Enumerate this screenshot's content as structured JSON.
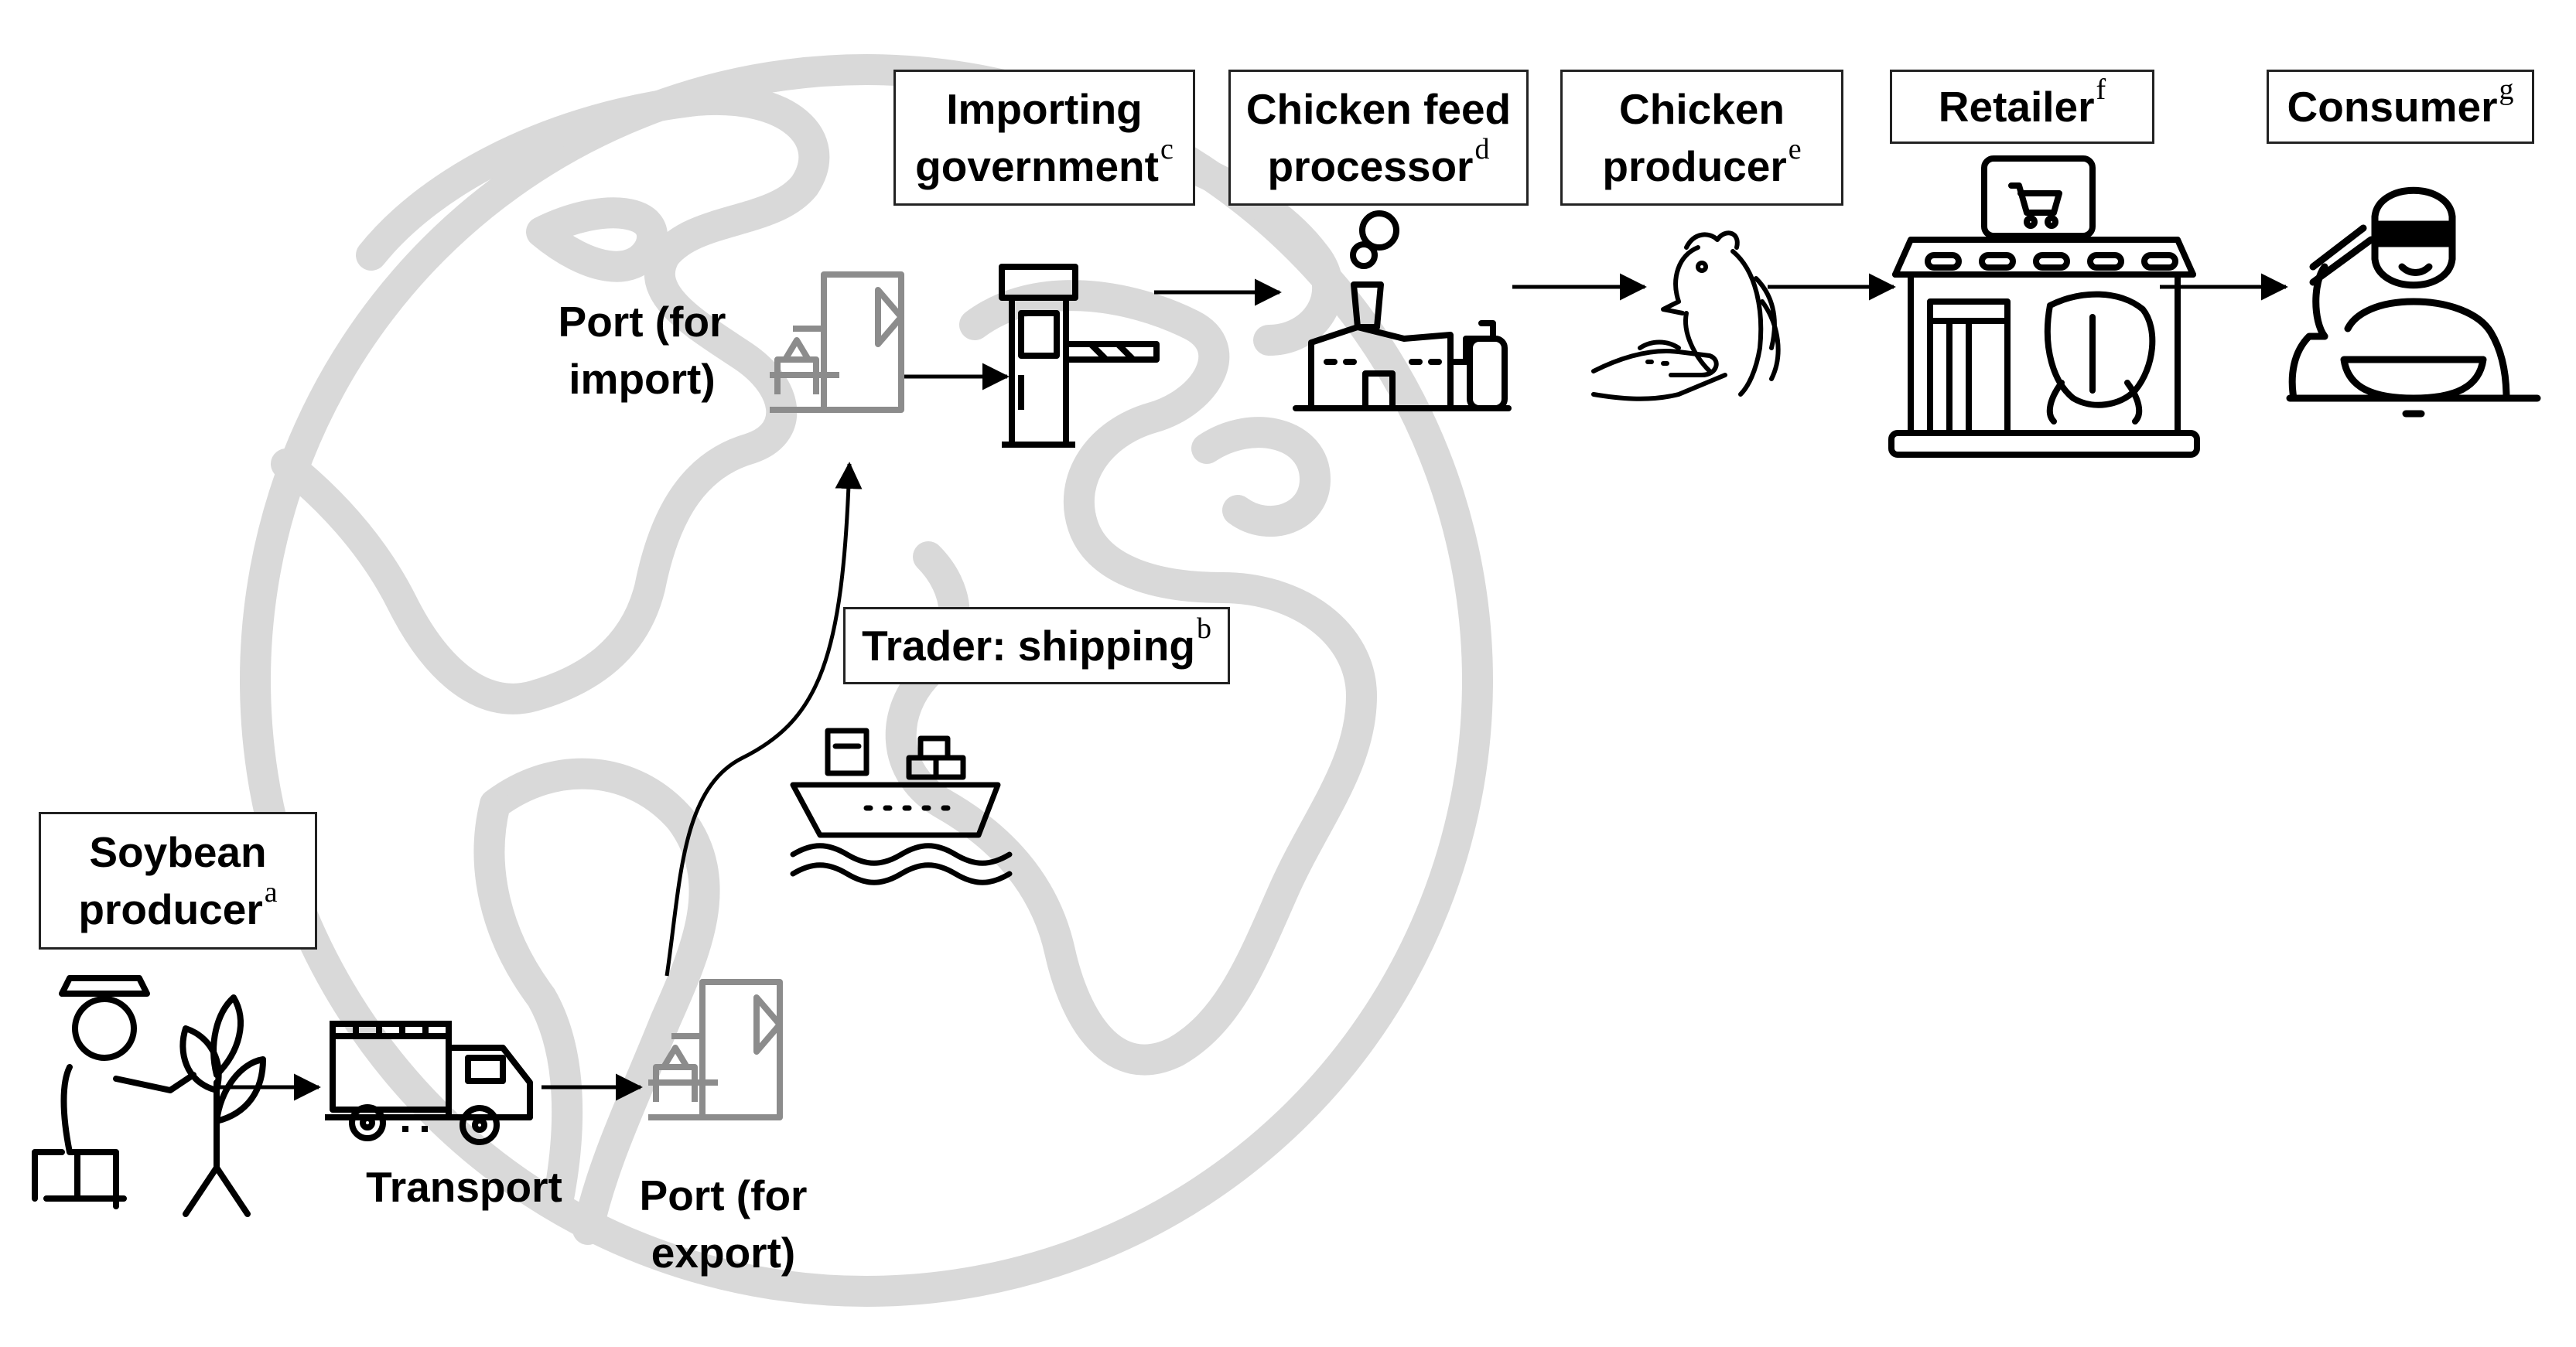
{
  "stages": {
    "soybean_producer": {
      "line1": "Soybean",
      "line2": "producer",
      "note": "a"
    },
    "transport": {
      "line1": "Transport"
    },
    "port_export": {
      "line1": "Port (for",
      "line2": "export)"
    },
    "trader": {
      "line1": "Trader: shipping",
      "note": "b"
    },
    "port_import": {
      "line1": "Port (for",
      "line2": "import)"
    },
    "importing_government": {
      "line1": "Importing",
      "line2": "government",
      "note": "c"
    },
    "feed_processor": {
      "line1": "Chicken feed",
      "line2": "processor",
      "note": "d"
    },
    "chicken_producer": {
      "line1": "Chicken",
      "line2": "producer",
      "note": "e"
    },
    "retailer": {
      "line1": "Retailer",
      "note": "f"
    },
    "consumer": {
      "line1": "Consumer",
      "note": "g"
    }
  },
  "icons": {
    "background": "globe-icon",
    "farmer": "farmer-icon",
    "truck": "truck-icon",
    "port_export": "port-icon",
    "ship": "cargo-ship-icon",
    "port_import": "port-icon",
    "customs": "customs-barrier-icon",
    "factory": "factory-icon",
    "chicken": "chicken-icon",
    "store": "store-icon",
    "consumer": "consumer-icon"
  },
  "colors": {
    "globe": "#d9d9d9",
    "port": "#8c8c8c",
    "line": "#000000"
  }
}
